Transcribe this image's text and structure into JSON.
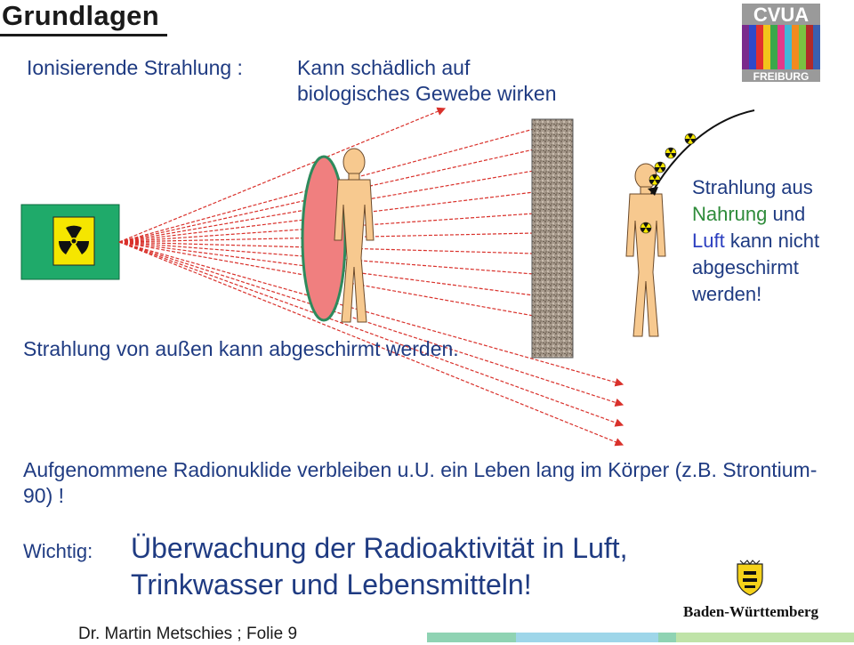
{
  "slide": {
    "title": "Grundlagen",
    "ionizing_label": "Ionisierende Strahlung :",
    "ionizing_def_line1": "Kann schädlich auf",
    "ionizing_def_line2": "biologisches Gewebe wirken",
    "outside_text": "Strahlung von außen kann abgeschirmt werden.",
    "inside_parts": {
      "line1": "Strahlung aus",
      "nahrung": "Nahrung",
      "und": " und",
      "luft": "Luft",
      "kann_nicht": " kann nicht",
      "line4": "abgeschirmt",
      "line5": "werden!"
    },
    "nuclides_text": "Aufgenommene Radionuklide verbleiben u.U. ein Leben lang im Körper (z.B. Strontium-90) !",
    "wichtig_label": "Wichtig:",
    "wichtig_line1": "Überwachung der Radioaktivität in Luft,",
    "wichtig_line2": "Trinkwasser und Lebensmitteln!",
    "footer": "Dr. Martin Metschies ; Folie 9"
  },
  "logos": {
    "cvua_top": "CVUA",
    "cvua_bottom": "FREIBURG",
    "state_label": "Baden-Württemberg"
  },
  "icons": {
    "radiation_source": "radiation-trefoil-icon",
    "crest": "baden-wuerttemberg-crest-icon"
  },
  "colors": {
    "text_primary": "#1f3b82",
    "source_green": "#1faa6a",
    "trefoil_yellow": "#f5e600",
    "shield_red": "#f07f7f",
    "body_skin": "#f7c98f",
    "ray_red": "#d9312b",
    "nahrung_green": "#2e8b3a",
    "luft_blue": "#2c3fc0"
  }
}
